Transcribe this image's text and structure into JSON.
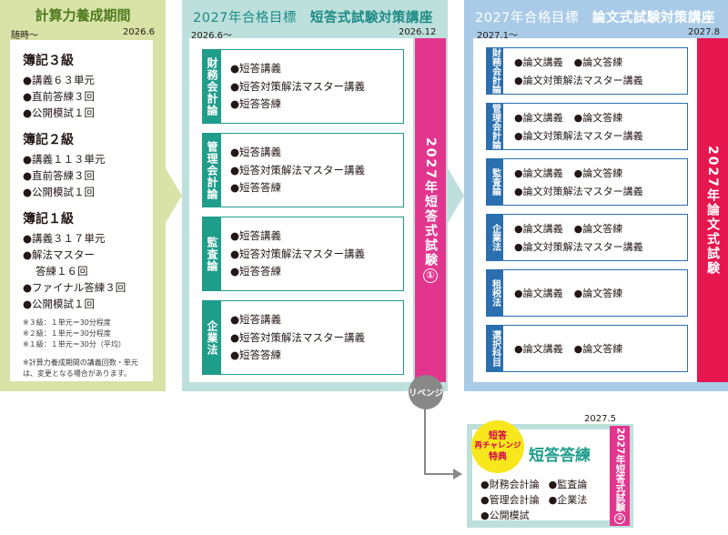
{
  "panel1": {
    "title": "計算力養成期間",
    "from": "随時～",
    "to": "2026.6",
    "levels": [
      {
        "name": "簿記３級",
        "items": [
          "●講義６３単元",
          "●直前答練３回",
          "●公開模試１回"
        ]
      },
      {
        "name": "簿記２級",
        "items": [
          "●講義１１３単元",
          "●直前答練３回",
          "●公開模試１回"
        ]
      },
      {
        "name": "簿記１級",
        "items": [
          "●講義３１７単元",
          "●解法マスター",
          "答練１６回",
          "●ファイナル答練３回",
          "●公開模試１回"
        ]
      }
    ],
    "notes": [
      "※３級：１単元＝30分程度",
      "※２級：１単元＝30分程度",
      "※１級：１単元＝30分（平均）"
    ],
    "remark": "※計算力養成期間の講義回数・単元は、変更となる場合があります。"
  },
  "panel2": {
    "title_prefix": "2027年合格目標",
    "title_main": "短答式試験対策講座",
    "from": "2026.6～",
    "to": "2026.12",
    "subjects": [
      {
        "label": "財務会計論",
        "items": [
          "●短答講義",
          "●短答対策解法マスター講義",
          "●短答答練"
        ]
      },
      {
        "label": "管理会計論",
        "items": [
          "●短答講義",
          "●短答対策解法マスター講義",
          "●短答答練"
        ]
      },
      {
        "label": "監査論",
        "items": [
          "●短答講義",
          "●短答対策解法マスター講義",
          "●短答答練"
        ]
      },
      {
        "label": "企業法",
        "items": [
          "●短答講義",
          "●短答対策解法マスター講義",
          "●短答答練"
        ]
      }
    ],
    "bar_text": "2027年短答式試験",
    "bar_circled": "①"
  },
  "panel3": {
    "title_prefix": "2027年合格目標",
    "title_main": "論文式試験対策講座",
    "from": "2027.1～",
    "to": "2027.8",
    "subjects": [
      {
        "label": "財務会計論",
        "row1a": "●論文講義",
        "row1b": "●論文答練",
        "row2": "●論文対策解法マスター講義"
      },
      {
        "label": "管理会計論",
        "row1a": "●論文講義",
        "row1b": "●論文答練",
        "row2": "●論文対策解法マスター講義"
      },
      {
        "label": "監査論",
        "row1a": "●論文講義",
        "row1b": "●論文答練",
        "row2": "●論文対策解法マスター講義"
      },
      {
        "label": "企業法",
        "row1a": "●論文講義",
        "row1b": "●論文答練",
        "row2": "●論文対策解法マスター講義"
      },
      {
        "label": "租税法",
        "row1a": "●論文講義",
        "row1b": "●論文答練",
        "row2": ""
      },
      {
        "label": "選択科目",
        "row1a": "●論文講義",
        "row1b": "●論文答練",
        "row2": ""
      }
    ],
    "bar_text": "2027年論文式試験"
  },
  "revenge": {
    "label": "リベンジ"
  },
  "bottom": {
    "date": "2027.5",
    "special": [
      "短答",
      "再チャレンジ",
      "特典"
    ],
    "title": "短答答練",
    "rows": [
      {
        "a": "●財務会計論",
        "b": "●監査論"
      },
      {
        "a": "●管理会計論",
        "b": "●企業法"
      },
      {
        "a": "●公開模試",
        "b": ""
      }
    ],
    "bar_text": "2027年短答式試験",
    "bar_circled": "②"
  }
}
